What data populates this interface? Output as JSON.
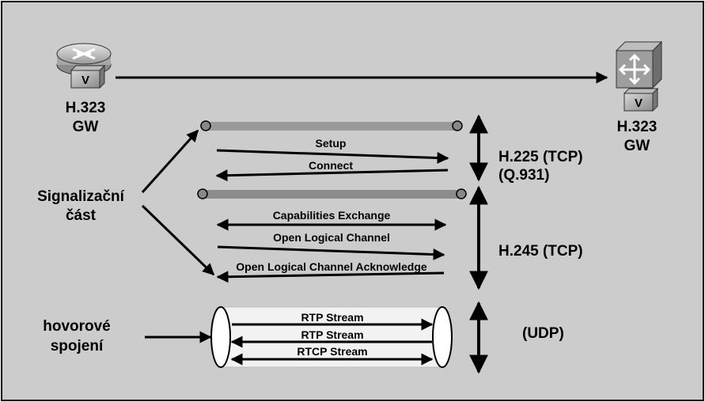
{
  "colors": {
    "background": "#cccccc",
    "frame": "#000000",
    "pipe": "#999999",
    "stream_band": "#f2f2f2",
    "arrow": "#000000"
  },
  "left_gateway": {
    "icon": "router-voice-icon",
    "badge": "V",
    "label_line1": "H.323",
    "label_line2": "GW"
  },
  "right_gateway": {
    "icon": "voice-switch-icon",
    "badge": "V",
    "label_line1": "H.323",
    "label_line2": "GW"
  },
  "signaling": {
    "label_line1": "Signalizační",
    "label_line2": "část"
  },
  "h225": {
    "label_line1": "H.225 (TCP)",
    "label_line2": "(Q.931)",
    "messages": [
      "Setup",
      "Connect"
    ]
  },
  "h245": {
    "label": "H.245 (TCP)",
    "messages": [
      "Capabilities Exchange",
      "Open Logical Channel",
      "Open Logical Channel Acknowledge"
    ]
  },
  "media": {
    "label_line1": "hovorové",
    "label_line2": "spojení",
    "transport_label": "(UDP)",
    "streams": [
      "RTP Stream",
      "RTP Stream",
      "RTCP Stream"
    ]
  }
}
